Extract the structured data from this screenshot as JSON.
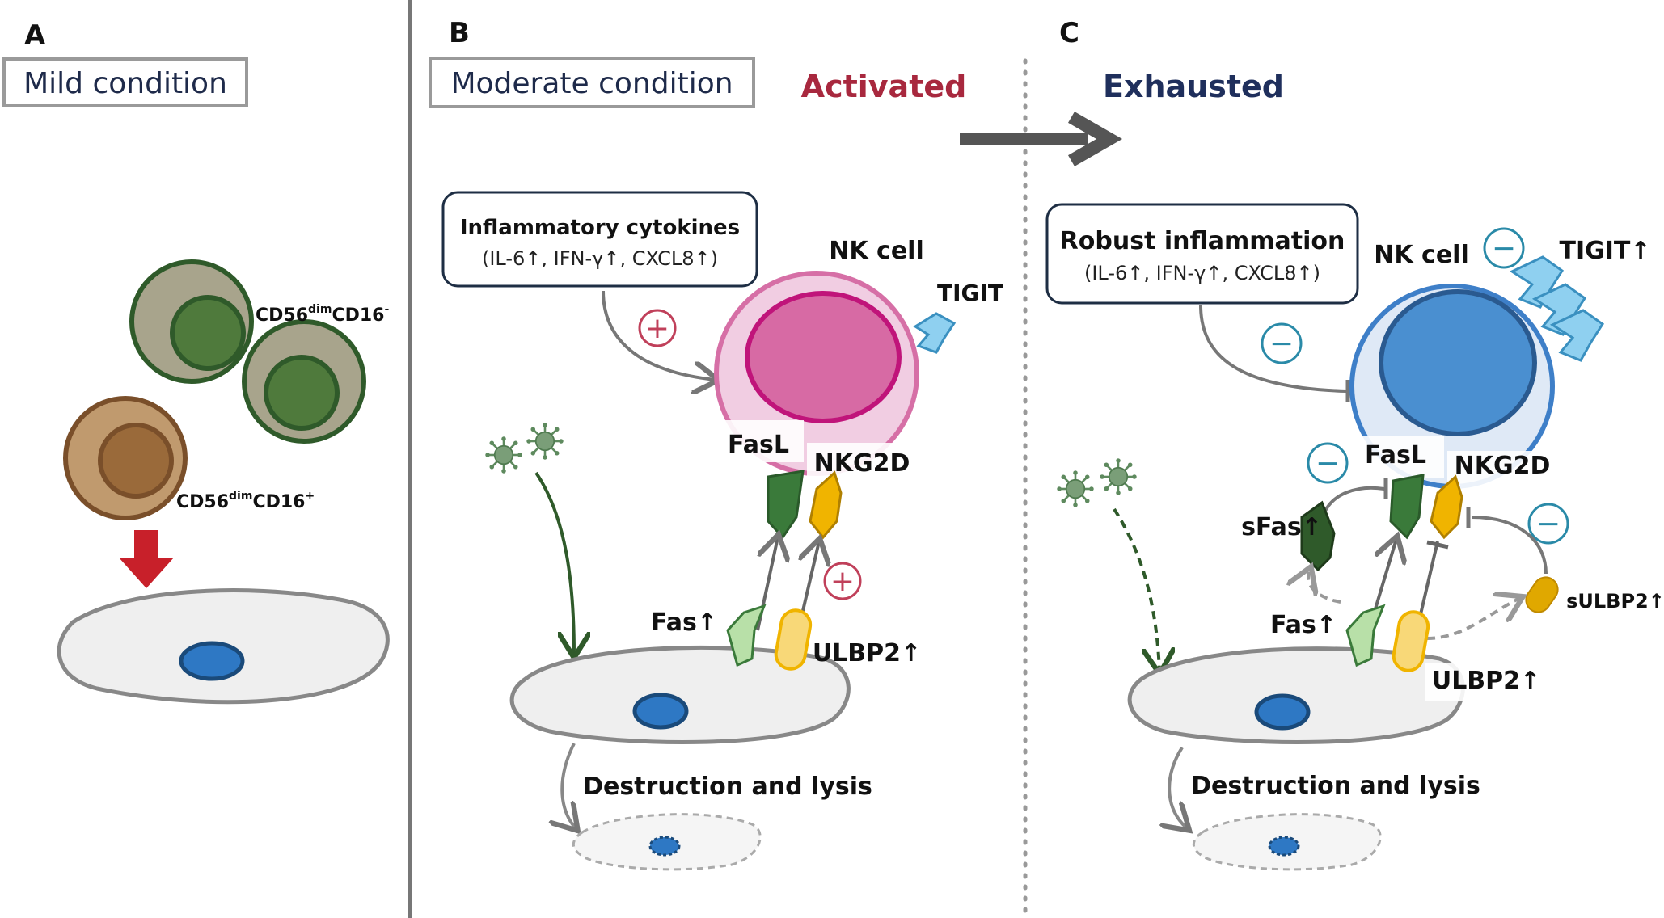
{
  "panel_a": {
    "letter": "A",
    "condition": "Mild condition",
    "cell_label_1": {
      "main": "CD56",
      "sup": "dim",
      "rest": "CD16",
      "sup2": "-"
    },
    "cell_label_2": {
      "main": "CD56",
      "sup": "dim",
      "rest": "CD16",
      "sup2": "+"
    }
  },
  "panel_b": {
    "letter": "B",
    "condition": "Moderate condition",
    "state": "Activated",
    "state_color": "#a8283e",
    "box_title": "Inflammatory cytokines",
    "box_sub": "(IL-6↑, IFN-γ↑, CXCL8↑)",
    "nk_label": "NK cell",
    "tigit": "TIGIT",
    "fasl": "FasL",
    "nkg2d": "NKG2D",
    "fas": "Fas↑",
    "ulbp2": "ULBP2↑",
    "destruction": "Destruction and lysis",
    "plus": "+"
  },
  "panel_c": {
    "letter": "C",
    "state": "Exhausted",
    "state_color": "#1f2f5c",
    "box_title": "Robust inflammation",
    "box_sub": "(IL-6↑, IFN-γ↑, CXCL8↑)",
    "nk_label": "NK cell",
    "tigit": "TIGIT↑",
    "fasl": "FasL",
    "nkg2d": "NKG2D",
    "fas": "Fas↑",
    "ulbp2": "ULBP2↑",
    "sfas": "sFas↑",
    "sulbp2": "sULBP2↑",
    "destruction": "Destruction and lysis",
    "minus": "−"
  },
  "colors": {
    "activated": "#a8283e",
    "exhausted": "#1f2f5c",
    "nk_pink": "#d66fa6",
    "nk_blue": "#4a8fd0",
    "fas_green": "#3a7a3a",
    "nkg2d_orange": "#f0b400",
    "tigit_blue": "#7cc8ee"
  }
}
